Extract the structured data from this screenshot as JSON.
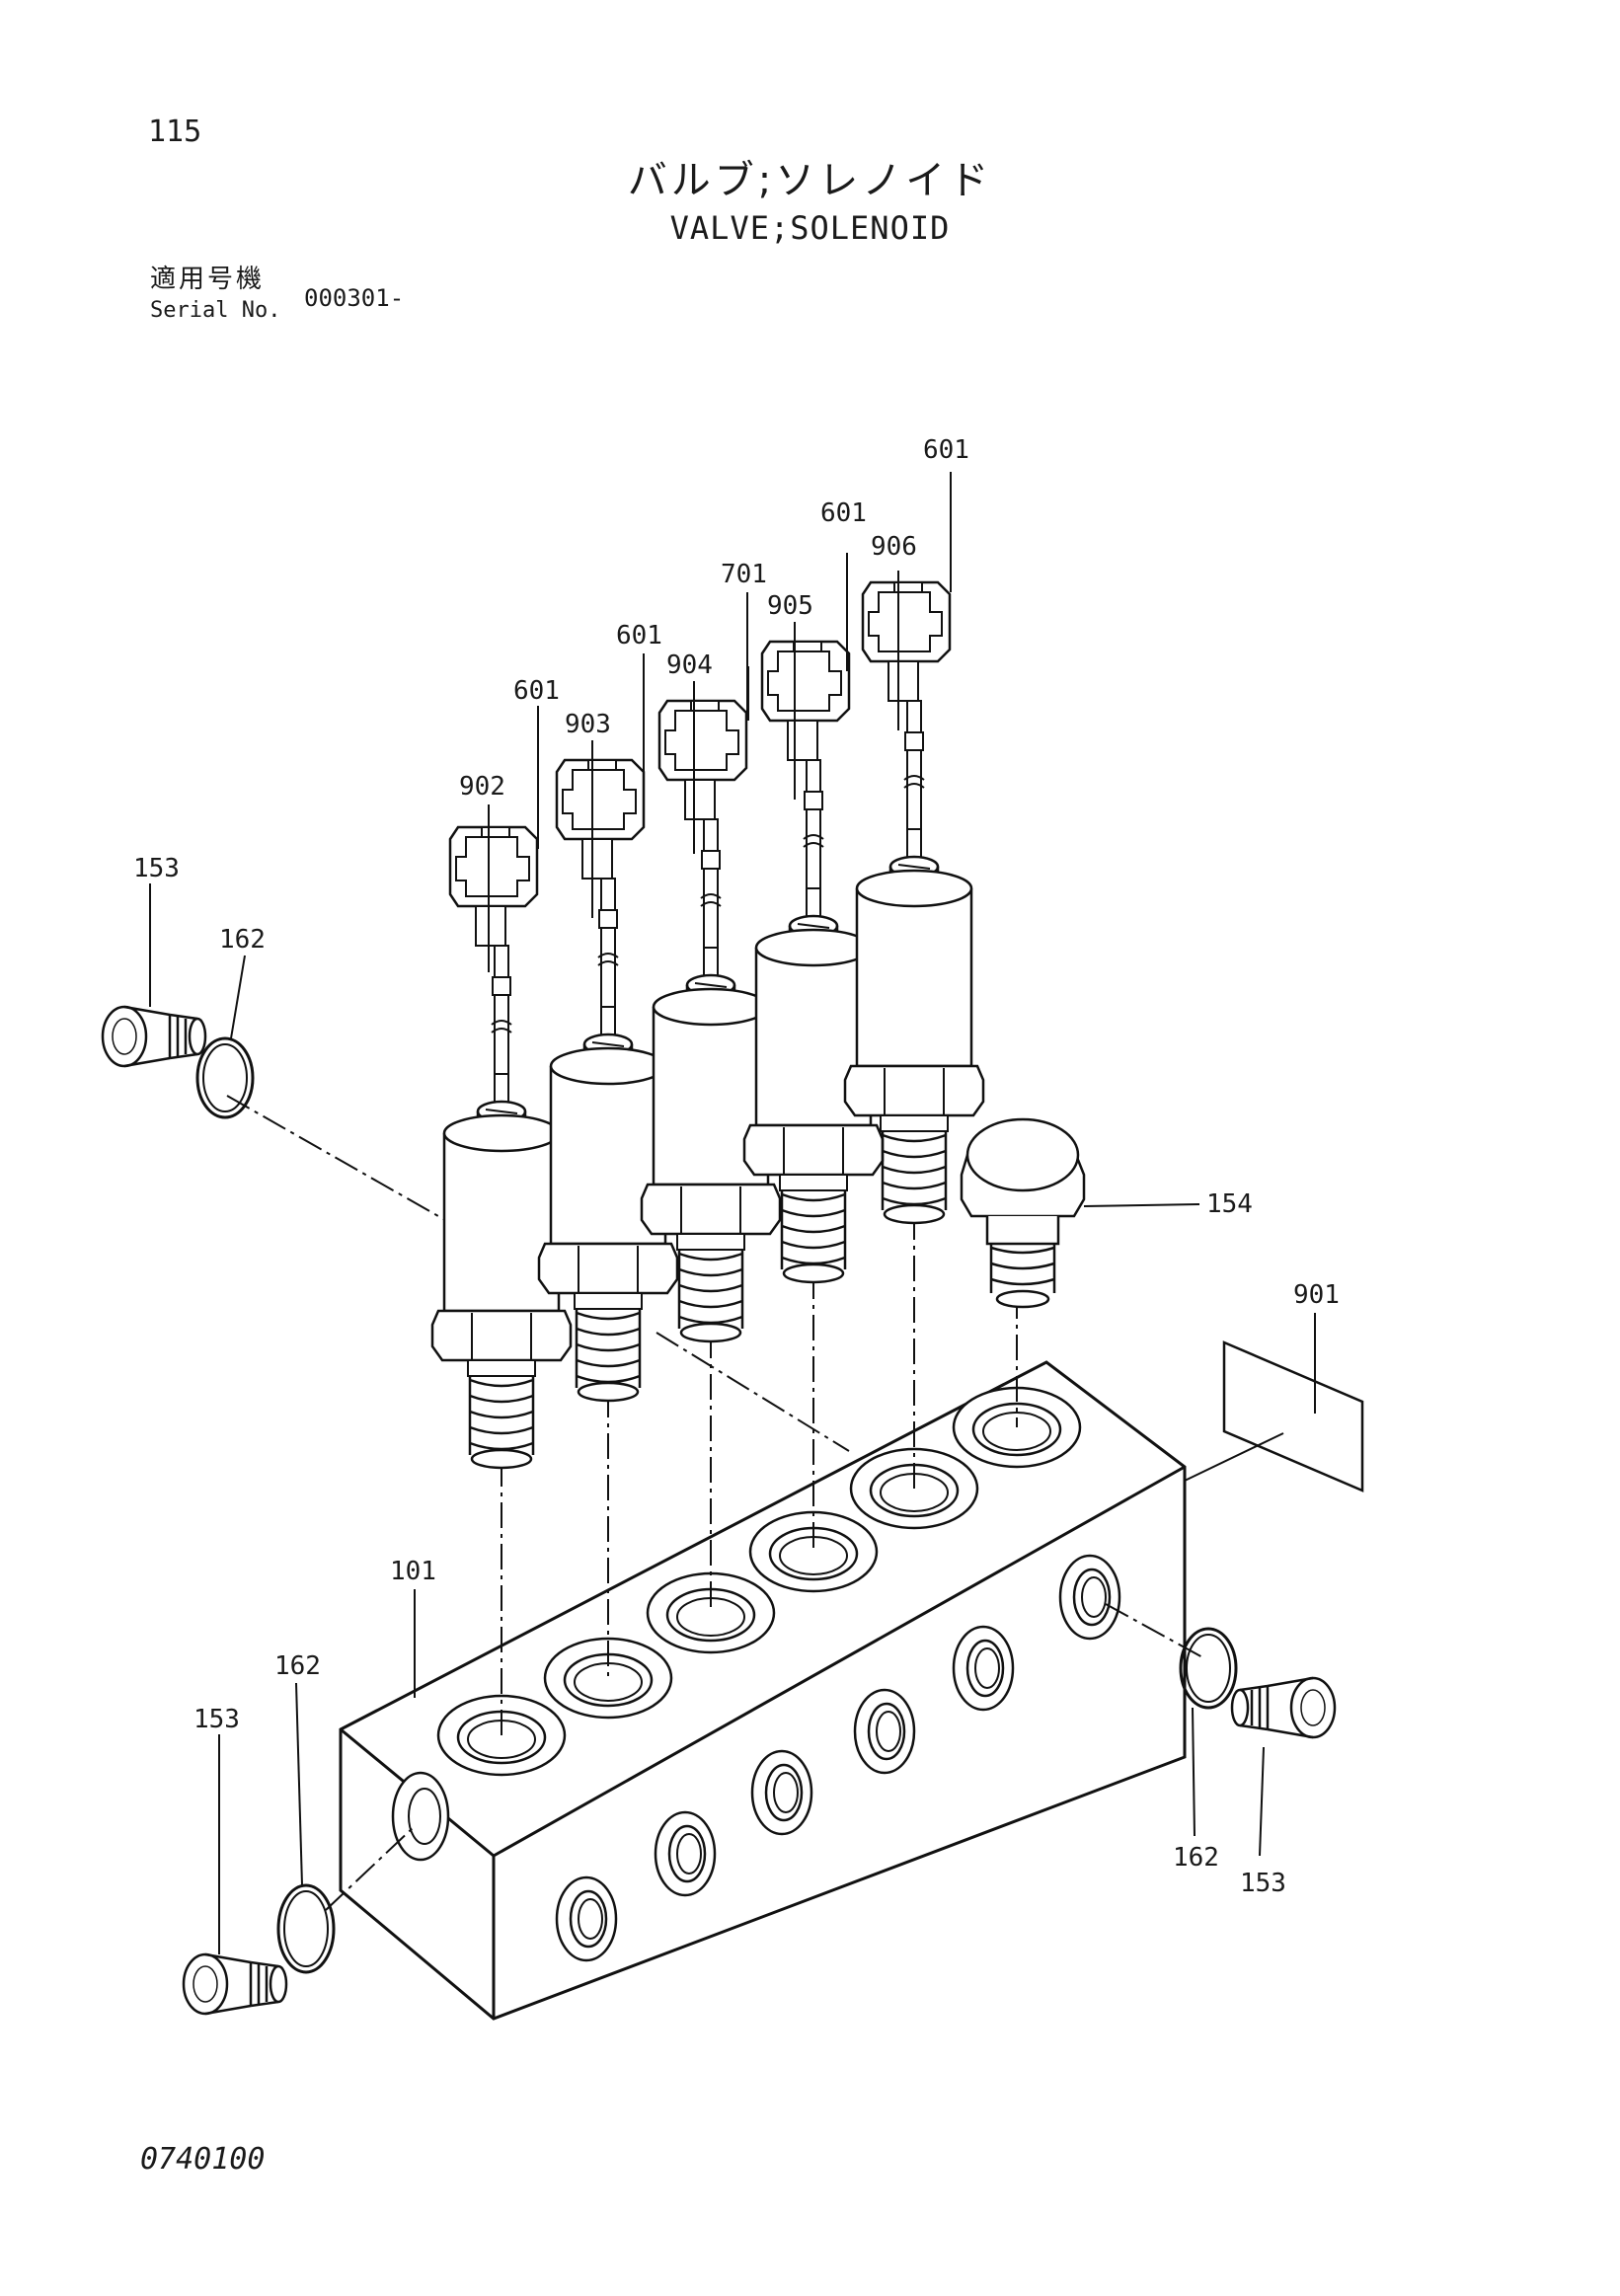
{
  "page_number": "115",
  "title_jp": "バルブ;ソレノイド",
  "title_en": "VALVE;SOLENOID",
  "serial_label_jp": "適用号機",
  "serial_label_en": "Serial No.",
  "serial_value": "000301-",
  "drawing_number": "0740100",
  "callouts": {
    "c601_a": "601",
    "c601_b": "601",
    "c601_c": "601",
    "c601_d": "601",
    "c701": "701",
    "c902": "902",
    "c903": "903",
    "c904": "904",
    "c905": "905",
    "c906": "906",
    "c153_tl": "153",
    "c162_tl": "162",
    "c154": "154",
    "c901": "901",
    "c101": "101",
    "c162_bl": "162",
    "c153_bl": "153",
    "c162_br": "162",
    "c153_br": "153"
  }
}
